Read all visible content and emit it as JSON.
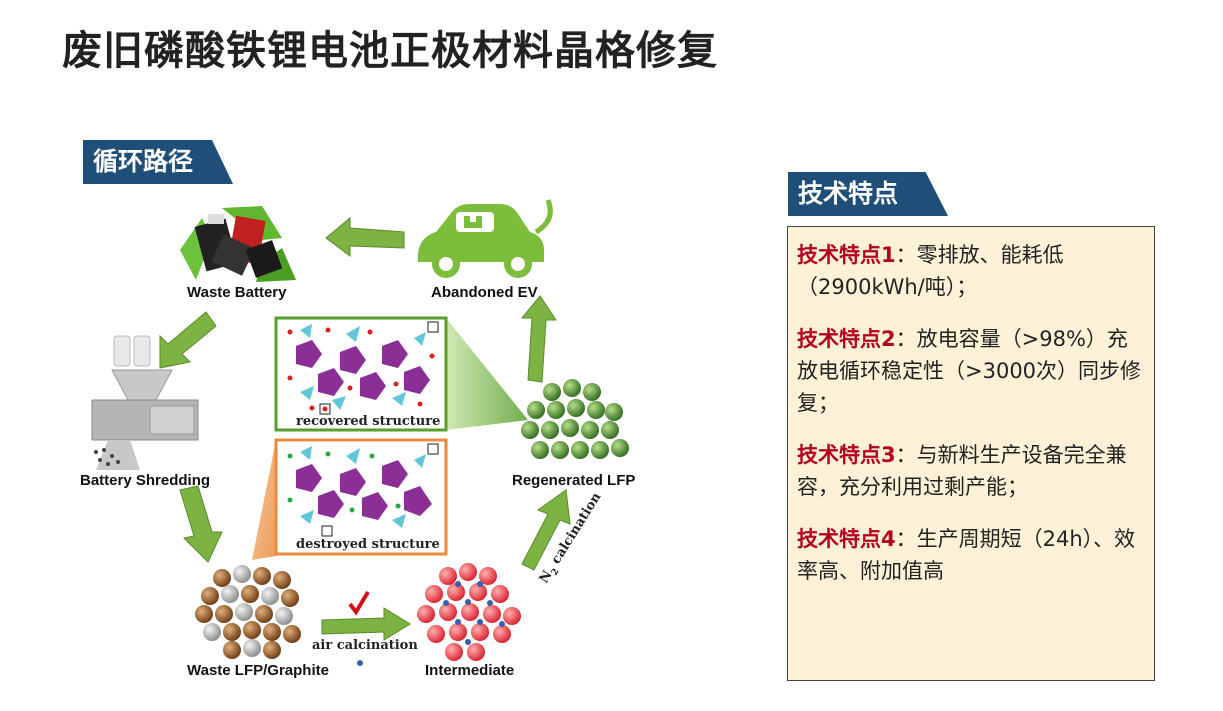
{
  "title": "废旧磷酸铁锂电池正极材料晶格修复",
  "left_tag": "循环路径",
  "right_tag": "技术特点",
  "diagram": {
    "waste_battery": "Waste Battery",
    "abandoned_ev": "Abandoned EV",
    "battery_shredding": "Battery Shredding",
    "regenerated_lfp": "Regenerated LFP",
    "waste_lfp": "Waste LFP/Graphite",
    "intermediate": "Intermediate",
    "air_calcination": "air calcination",
    "n2_calcination": "N",
    "n2_sub": "2",
    "n2_rest": " calcination",
    "recovered": "recovered structure",
    "destroyed": "destroyed structure"
  },
  "features": [
    {
      "lead": "技术特点1",
      "text": "：零排放、能耗低（2900kWh/吨）；"
    },
    {
      "lead": "技术特点2",
      "text": "：放电容量（>98%）充放电循环稳定性（>3000次）同步修复；"
    },
    {
      "lead": "技术特点3",
      "text": "：与新料生产设备完全兼容，充分利用过剩产能；"
    },
    {
      "lead": "技术特点4",
      "text": "：生产周期短（24h）、效率高、附加值高"
    }
  ],
  "colors": {
    "tag": "#1f4e79",
    "lead": "#b4001e",
    "panel": "#fdf2d8",
    "arrow": "#7cb342"
  }
}
